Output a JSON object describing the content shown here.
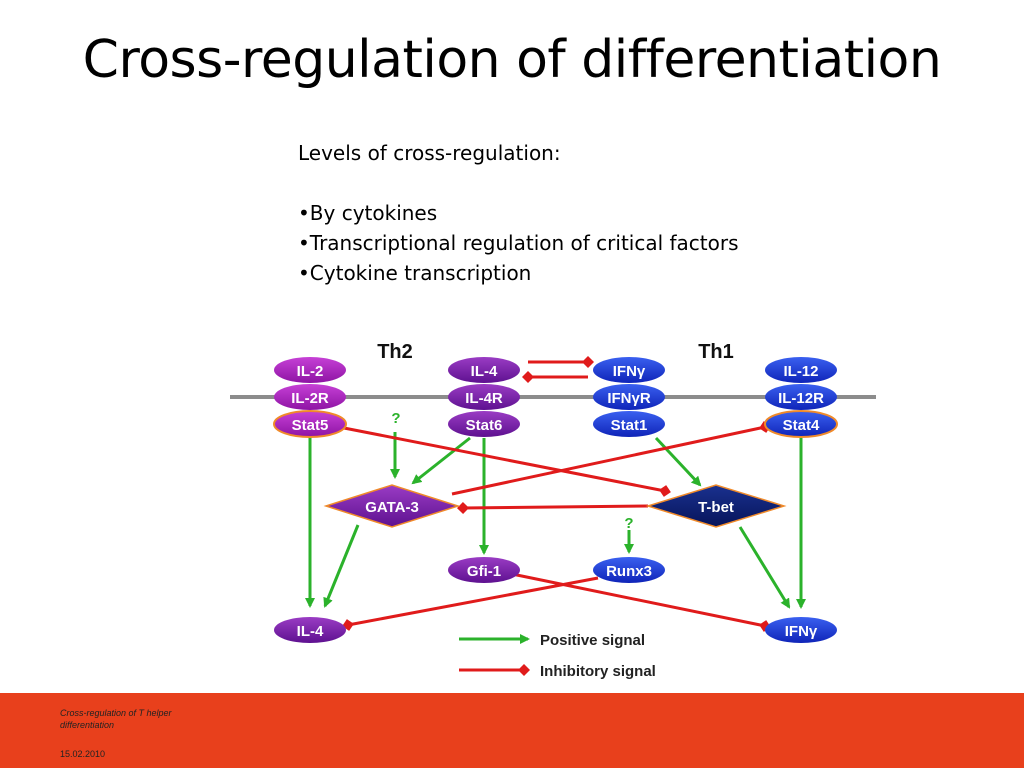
{
  "title": "Cross-regulation of differentiation",
  "levels": {
    "heading": "Levels of cross-regulation:",
    "bullets": [
      "•By cytokines",
      "•Transcriptional regulation of critical factors",
      "•Cytokine transcription"
    ]
  },
  "diagram": {
    "th2_label": "Th2",
    "th1_label": "Th1",
    "nodes": {
      "il2": "IL-2",
      "il2r": "IL-2R",
      "stat5": "Stat5",
      "il4_top": "IL-4",
      "il4r": "IL-4R",
      "stat6": "Stat6",
      "ifng_top": "IFNγ",
      "ifngr": "IFNγR",
      "stat1": "Stat1",
      "il12": "IL-12",
      "il12r": "IL-12R",
      "stat4": "Stat4",
      "gata3": "GATA-3",
      "tbet": "T-bet",
      "gfi1": "Gfi-1",
      "runx3": "Runx3",
      "il4_bottom": "IL-4",
      "ifng_bottom": "IFNγ"
    },
    "question_marks": [
      "?",
      "?"
    ],
    "legend": {
      "positive": "Positive signal",
      "inhibitory": "Inhibitory signal"
    },
    "colors": {
      "purple": "#7b1fa8",
      "magenta": "#b21fc0",
      "blue": "#1537d6",
      "navy": "#0b1f86",
      "positive": "#2bb22b",
      "inhibitory": "#e01b1b",
      "membrane": "#888888"
    }
  },
  "footer": {
    "text": "Cross-regulation of T helper differentiation",
    "date": "15.02.2010",
    "color": "#e8401c"
  }
}
